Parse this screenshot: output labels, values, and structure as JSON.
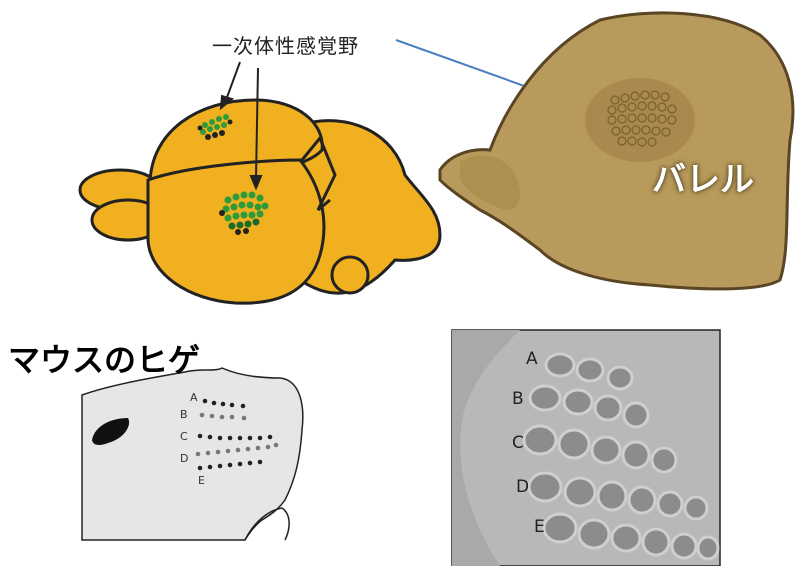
{
  "labels": {
    "somatosensory": "一次体性感覚野",
    "barrel": "バレル",
    "mouse_whiskers": "マウスのヒゲ"
  },
  "whisker_rows": [
    "A",
    "B",
    "C",
    "D",
    "E"
  ],
  "slice_rows": [
    "A",
    "B",
    "C",
    "D",
    "E"
  ],
  "colors": {
    "brain": "#f0b020",
    "barrel_green": "#2e9a3a",
    "arrow_blue": "#4a7fc0",
    "slice_tan": "#b89a5c",
    "face_gray": "#e6e6e6"
  }
}
